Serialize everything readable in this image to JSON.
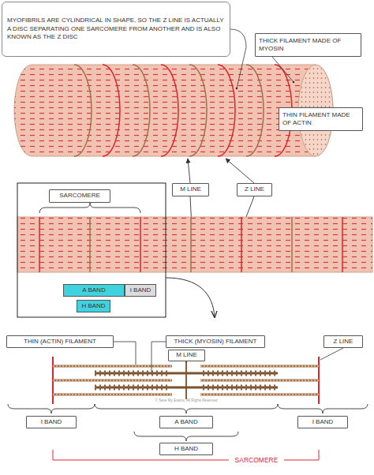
{
  "diagram": {
    "nodes": [
      {
        "text": [
          "MYOFIBRILS ARE CYLINDRICAL IN SHAPE, SO THE Z LINE IS ACTUALLY A DISC SEPARATING ONE SARCOMERE FROM ANOTHER AND IS ALSO KNOWN AS THE Z DISC"
        ]
      },
      {
        "text": [
          "THICK FILAMENT MADE OF MYOSIN"
        ]
      },
      {
        "text": [
          "THIN FILAMENT MADE OF ACTIN"
        ]
      },
      {
        "text": [
          "M LINE"
        ]
      },
      {
        "text": [
          "Z LINE"
        ]
      },
      {
        "text": [
          "SARCOMERE"
        ]
      },
      {
        "text": [
          "A BAND"
        ]
      },
      {
        "text": [
          "I BAND"
        ]
      },
      {
        "text": [
          "H BAND"
        ]
      },
      {
        "text": [
          "THIN (ACTIN) FILAMENT"
        ]
      },
      {
        "text": [
          "THICK (MYOSIN) FILAMENT"
        ]
      },
      {
        "text": [
          "M LINE"
        ]
      },
      {
        "text": [
          "Z LINE"
        ]
      },
      {
        "text": [
          "I BAND"
        ]
      },
      {
        "text": [
          "A BAND"
        ]
      },
      {
        "text": [
          "I BAND"
        ]
      },
      {
        "text": [
          "H BAND"
        ]
      }
    ],
    "labels": [
      "SARCOMERE",
      "© Save My Exams. All Rights Reserved"
    ]
  }
}
